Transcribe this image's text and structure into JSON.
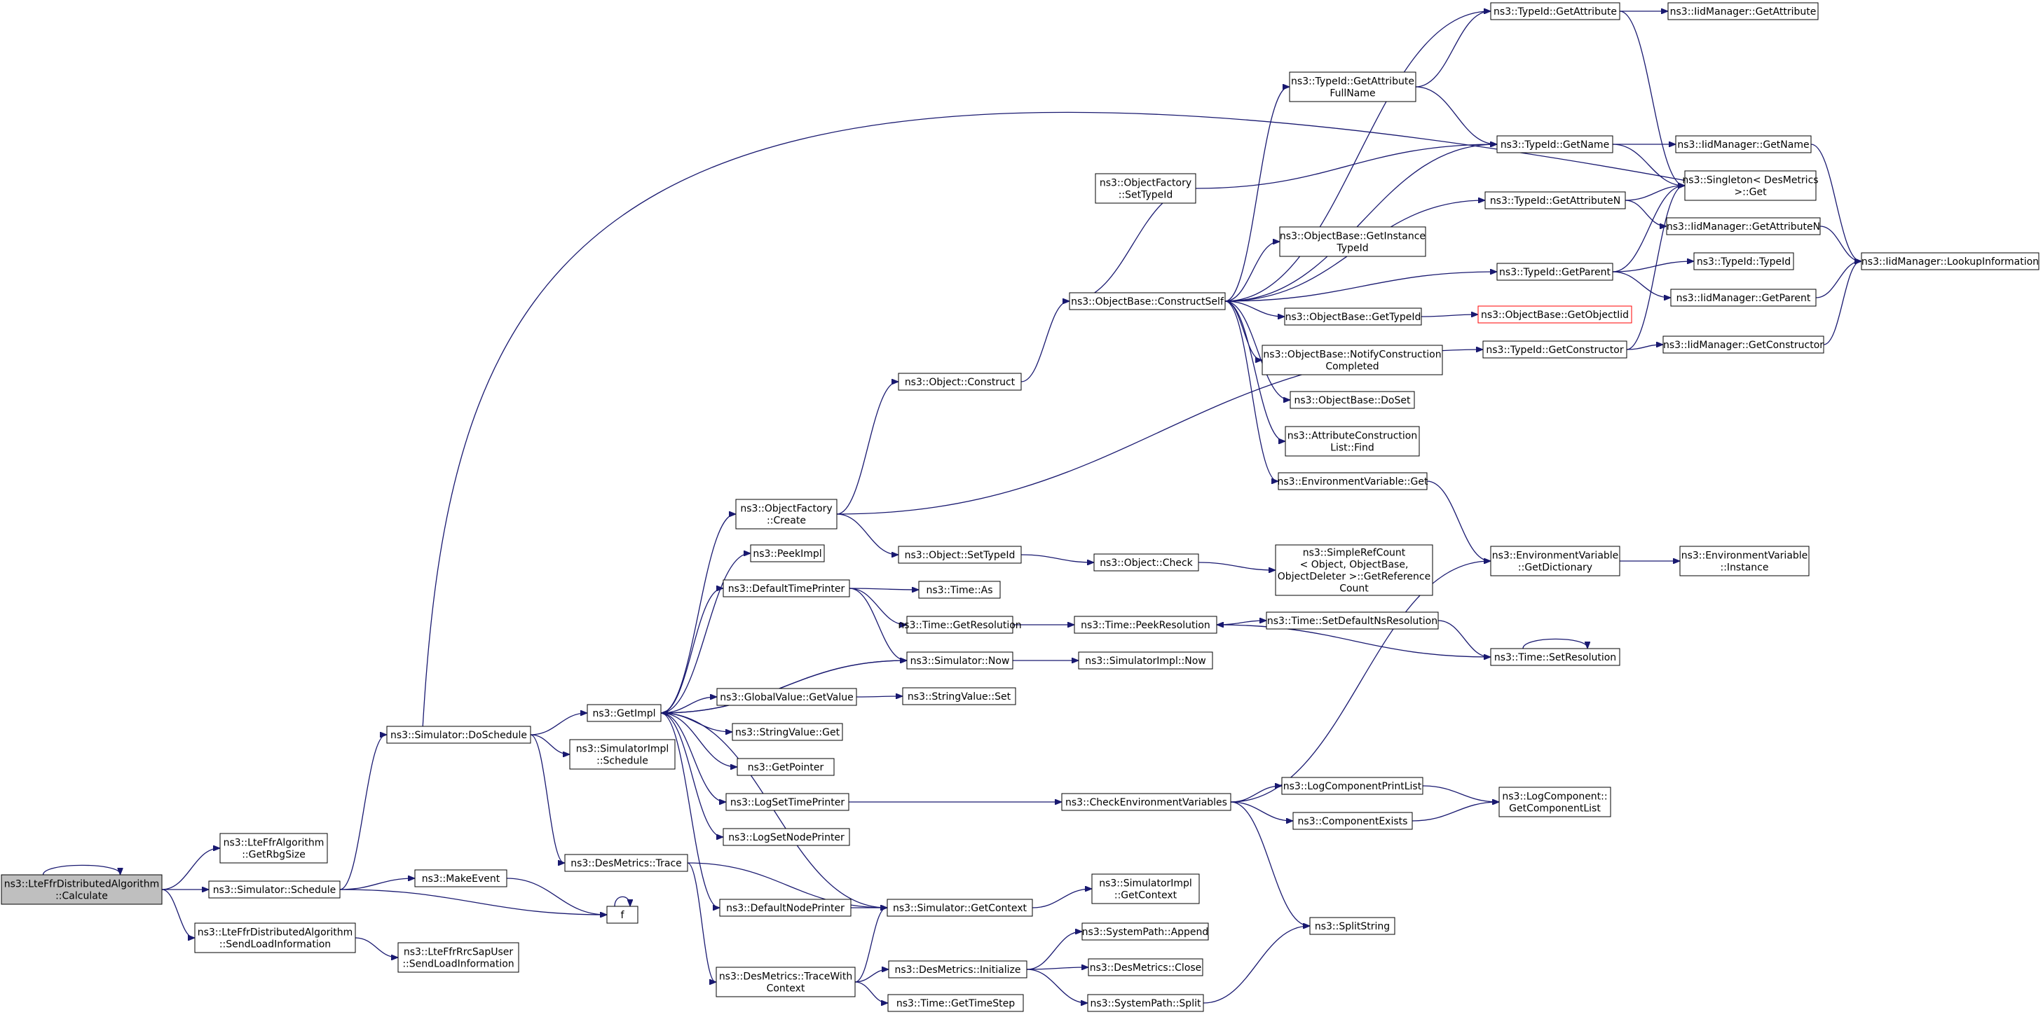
{
  "diagram": {
    "type": "call-graph",
    "colors": {
      "edge": "#191970",
      "root_fill": "#bfbfbf",
      "node_border": "#000000",
      "highlight_border": "#ff0000"
    },
    "nodes": [
      {
        "id": "root",
        "lines": [
          "ns3::LteFfrDistributedAlgorithm",
          "::Calculate"
        ]
      },
      {
        "id": "getrbg",
        "lines": [
          "ns3::LteFfrAlgorithm",
          "::GetRbgSize"
        ]
      },
      {
        "id": "sim_schedule",
        "lines": [
          "ns3::Simulator::Schedule"
        ]
      },
      {
        "id": "sendload",
        "lines": [
          "ns3::LteFfrDistributedAlgorithm",
          "::SendLoadInformation"
        ]
      },
      {
        "id": "sapuser",
        "lines": [
          "ns3::LteFfrRrcSapUser",
          "::SendLoadInformation"
        ]
      },
      {
        "id": "doschedule",
        "lines": [
          "ns3::Simulator::DoSchedule"
        ]
      },
      {
        "id": "makeevent",
        "lines": [
          "ns3::MakeEvent"
        ]
      },
      {
        "id": "f",
        "lines": [
          "f"
        ]
      },
      {
        "id": "getimpl",
        "lines": [
          "ns3::GetImpl"
        ]
      },
      {
        "id": "simimpl_schedule",
        "lines": [
          "ns3::SimulatorImpl",
          "::Schedule"
        ]
      },
      {
        "id": "des_trace",
        "lines": [
          "ns3::DesMetrics::Trace"
        ]
      },
      {
        "id": "of_create",
        "lines": [
          "ns3::ObjectFactory",
          "::Create"
        ]
      },
      {
        "id": "peekimpl",
        "lines": [
          "ns3::PeekImpl"
        ]
      },
      {
        "id": "defaulttimeprinter",
        "lines": [
          "ns3::DefaultTimePrinter"
        ]
      },
      {
        "id": "globalvalue_get",
        "lines": [
          "ns3::GlobalValue::GetValue"
        ]
      },
      {
        "id": "stringvalue_get",
        "lines": [
          "ns3::StringValue::Get"
        ]
      },
      {
        "id": "getpointer",
        "lines": [
          "ns3::GetPointer"
        ]
      },
      {
        "id": "logsettimeprinter",
        "lines": [
          "ns3::LogSetTimePrinter"
        ]
      },
      {
        "id": "logsetnodeprinter",
        "lines": [
          "ns3::LogSetNodePrinter"
        ]
      },
      {
        "id": "defaultnodeprinter",
        "lines": [
          "ns3::DefaultNodePrinter"
        ]
      },
      {
        "id": "tracewithcontext",
        "lines": [
          "ns3::DesMetrics::TraceWith",
          "Context"
        ]
      },
      {
        "id": "object_construct",
        "lines": [
          "ns3::Object::Construct"
        ]
      },
      {
        "id": "of_settypeid",
        "lines": [
          "ns3::ObjectFactory",
          "::SetTypeId"
        ]
      },
      {
        "id": "object_settypeid",
        "lines": [
          "ns3::Object::SetTypeId"
        ]
      },
      {
        "id": "time_as",
        "lines": [
          "ns3::Time::As"
        ]
      },
      {
        "id": "time_getres",
        "lines": [
          "ns3::Time::GetResolution"
        ]
      },
      {
        "id": "sim_now",
        "lines": [
          "ns3::Simulator::Now"
        ]
      },
      {
        "id": "stringvalue_set",
        "lines": [
          "ns3::StringValue::Set"
        ]
      },
      {
        "id": "sim_getcontext",
        "lines": [
          "ns3::Simulator::GetContext"
        ]
      },
      {
        "id": "des_initialize",
        "lines": [
          "ns3::DesMetrics::Initialize"
        ]
      },
      {
        "id": "time_gettimestep",
        "lines": [
          "ns3::Time::GetTimeStep"
        ]
      },
      {
        "id": "constructself",
        "lines": [
          "ns3::ObjectBase::ConstructSelf"
        ]
      },
      {
        "id": "object_check",
        "lines": [
          "ns3::Object::Check"
        ]
      },
      {
        "id": "peekres",
        "lines": [
          "ns3::Time::PeekResolution"
        ]
      },
      {
        "id": "simimpl_now",
        "lines": [
          "ns3::SimulatorImpl::Now"
        ]
      },
      {
        "id": "checkenv",
        "lines": [
          "ns3::CheckEnvironmentVariables"
        ]
      },
      {
        "id": "simimpl_getcontext",
        "lines": [
          "ns3::SimulatorImpl",
          "::GetContext"
        ]
      },
      {
        "id": "syspath_append",
        "lines": [
          "ns3::SystemPath::Append"
        ]
      },
      {
        "id": "des_close",
        "lines": [
          "ns3::DesMetrics::Close"
        ]
      },
      {
        "id": "syspath_split",
        "lines": [
          "ns3::SystemPath::Split"
        ]
      },
      {
        "id": "typeid_getattrfull",
        "lines": [
          "ns3::TypeId::GetAttribute",
          "FullName"
        ]
      },
      {
        "id": "getinstancetypeid",
        "lines": [
          "ns3::ObjectBase::GetInstance",
          "TypeId"
        ]
      },
      {
        "id": "ob_gettypeid",
        "lines": [
          "ns3::ObjectBase::GetTypeId"
        ]
      },
      {
        "id": "notifyconstruction",
        "lines": [
          "ns3::ObjectBase::NotifyConstruction",
          "Completed"
        ]
      },
      {
        "id": "doset",
        "lines": [
          "ns3::ObjectBase::DoSet"
        ]
      },
      {
        "id": "attrconstructionfind",
        "lines": [
          "ns3::AttributeConstruction",
          "List::Find"
        ]
      },
      {
        "id": "envvar_get",
        "lines": [
          "ns3::EnvironmentVariable::Get"
        ]
      },
      {
        "id": "simplerefcount",
        "lines": [
          "ns3::SimpleRefCount",
          "< Object, ObjectBase,",
          "ObjectDeleter >::GetReference",
          "Count"
        ]
      },
      {
        "id": "setdefaultns",
        "lines": [
          "ns3::Time::SetDefaultNsResolution"
        ]
      },
      {
        "id": "logcomponentprintlist",
        "lines": [
          "ns3::LogComponentPrintList"
        ]
      },
      {
        "id": "componentexists",
        "lines": [
          "ns3::ComponentExists"
        ]
      },
      {
        "id": "splitstring",
        "lines": [
          "ns3::SplitString"
        ]
      },
      {
        "id": "typeid_getattribute",
        "lines": [
          "ns3::TypeId::GetAttribute"
        ]
      },
      {
        "id": "typeid_getname",
        "lines": [
          "ns3::TypeId::GetName"
        ]
      },
      {
        "id": "typeid_getattributen",
        "lines": [
          "ns3::TypeId::GetAttributeN"
        ]
      },
      {
        "id": "typeid_getparent",
        "lines": [
          "ns3::TypeId::GetParent"
        ]
      },
      {
        "id": "getobjectiid",
        "lines": [
          "ns3::ObjectBase::GetObjectIid"
        ]
      },
      {
        "id": "typeid_getconstructor",
        "lines": [
          "ns3::TypeId::GetConstructor"
        ]
      },
      {
        "id": "envvar_getdict",
        "lines": [
          "ns3::EnvironmentVariable",
          "::GetDictionary"
        ]
      },
      {
        "id": "time_setres",
        "lines": [
          "ns3::Time::SetResolution"
        ]
      },
      {
        "id": "getcomponentlist",
        "lines": [
          "ns3::LogComponent::",
          "GetComponentList"
        ]
      },
      {
        "id": "iid_getattribute",
        "lines": [
          "ns3::IidManager::GetAttribute"
        ]
      },
      {
        "id": "iid_getname",
        "lines": [
          "ns3::IidManager::GetName"
        ]
      },
      {
        "id": "singleton_get",
        "lines": [
          "ns3::Singleton< DesMetrics",
          ">::Get"
        ]
      },
      {
        "id": "iid_getattributen",
        "lines": [
          "ns3::IidManager::GetAttributeN"
        ]
      },
      {
        "id": "typeid_typeid",
        "lines": [
          "ns3::TypeId::TypeId"
        ]
      },
      {
        "id": "iid_getparent",
        "lines": [
          "ns3::IidManager::GetParent"
        ]
      },
      {
        "id": "iid_getconstructor",
        "lines": [
          "ns3::IidManager::GetConstructor"
        ]
      },
      {
        "id": "envvar_instance",
        "lines": [
          "ns3::EnvironmentVariable",
          "::Instance"
        ]
      },
      {
        "id": "iid_lookup",
        "lines": [
          "ns3::IidManager::LookupInformation"
        ]
      }
    ]
  }
}
